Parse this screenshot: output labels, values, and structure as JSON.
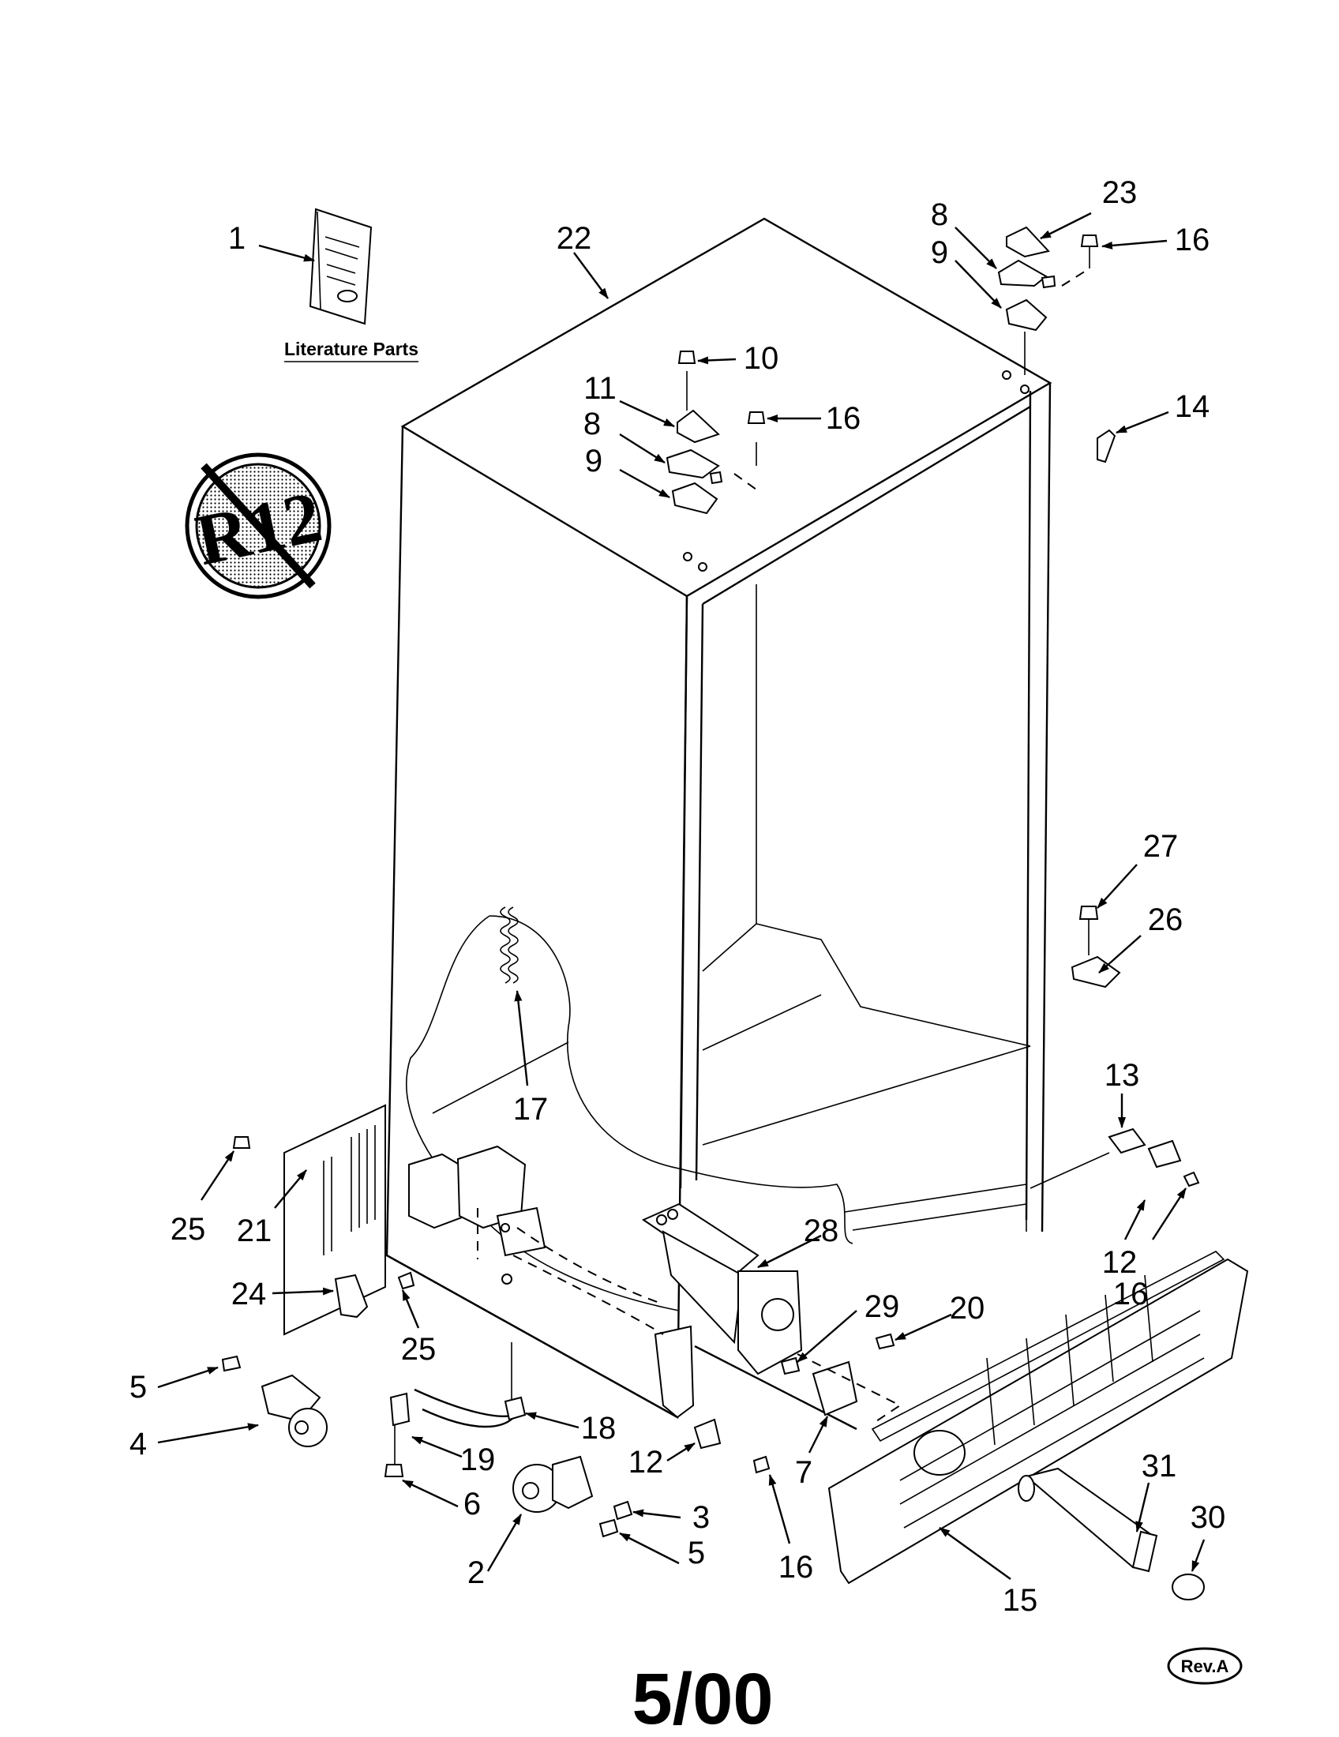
{
  "title": "5/00",
  "revision": "Rev.A",
  "literature_label": "Literature Parts",
  "r12_text": "R12",
  "callouts": [
    {
      "id": "c1",
      "text": "1"
    },
    {
      "id": "c22",
      "text": "22"
    },
    {
      "id": "c23",
      "text": "23"
    },
    {
      "id": "c8a",
      "text": "8"
    },
    {
      "id": "c9a",
      "text": "9"
    },
    {
      "id": "c16a",
      "text": "16"
    },
    {
      "id": "c10",
      "text": "10"
    },
    {
      "id": "c11",
      "text": "11"
    },
    {
      "id": "c8b",
      "text": "8"
    },
    {
      "id": "c16b",
      "text": "16"
    },
    {
      "id": "c9b",
      "text": "9"
    },
    {
      "id": "c14",
      "text": "14"
    },
    {
      "id": "c27",
      "text": "27"
    },
    {
      "id": "c26",
      "text": "26"
    },
    {
      "id": "c13",
      "text": "13"
    },
    {
      "id": "c17",
      "text": "17"
    },
    {
      "id": "c25a",
      "text": "25"
    },
    {
      "id": "c21",
      "text": "21"
    },
    {
      "id": "c12a",
      "text": "12"
    },
    {
      "id": "c16c",
      "text": "16"
    },
    {
      "id": "c28",
      "text": "28"
    },
    {
      "id": "c24",
      "text": "24"
    },
    {
      "id": "c25b",
      "text": "25"
    },
    {
      "id": "c29",
      "text": "29"
    },
    {
      "id": "c20",
      "text": "20"
    },
    {
      "id": "c5a",
      "text": "5"
    },
    {
      "id": "c4",
      "text": "4"
    },
    {
      "id": "c18",
      "text": "18"
    },
    {
      "id": "c19",
      "text": "19"
    },
    {
      "id": "c12b",
      "text": "12"
    },
    {
      "id": "c7",
      "text": "7"
    },
    {
      "id": "c31",
      "text": "31"
    },
    {
      "id": "c6",
      "text": "6"
    },
    {
      "id": "c3",
      "text": "3"
    },
    {
      "id": "c30",
      "text": "30"
    },
    {
      "id": "c2",
      "text": "2"
    },
    {
      "id": "c5b",
      "text": "5"
    },
    {
      "id": "c16d",
      "text": "16"
    },
    {
      "id": "c15",
      "text": "15"
    }
  ]
}
